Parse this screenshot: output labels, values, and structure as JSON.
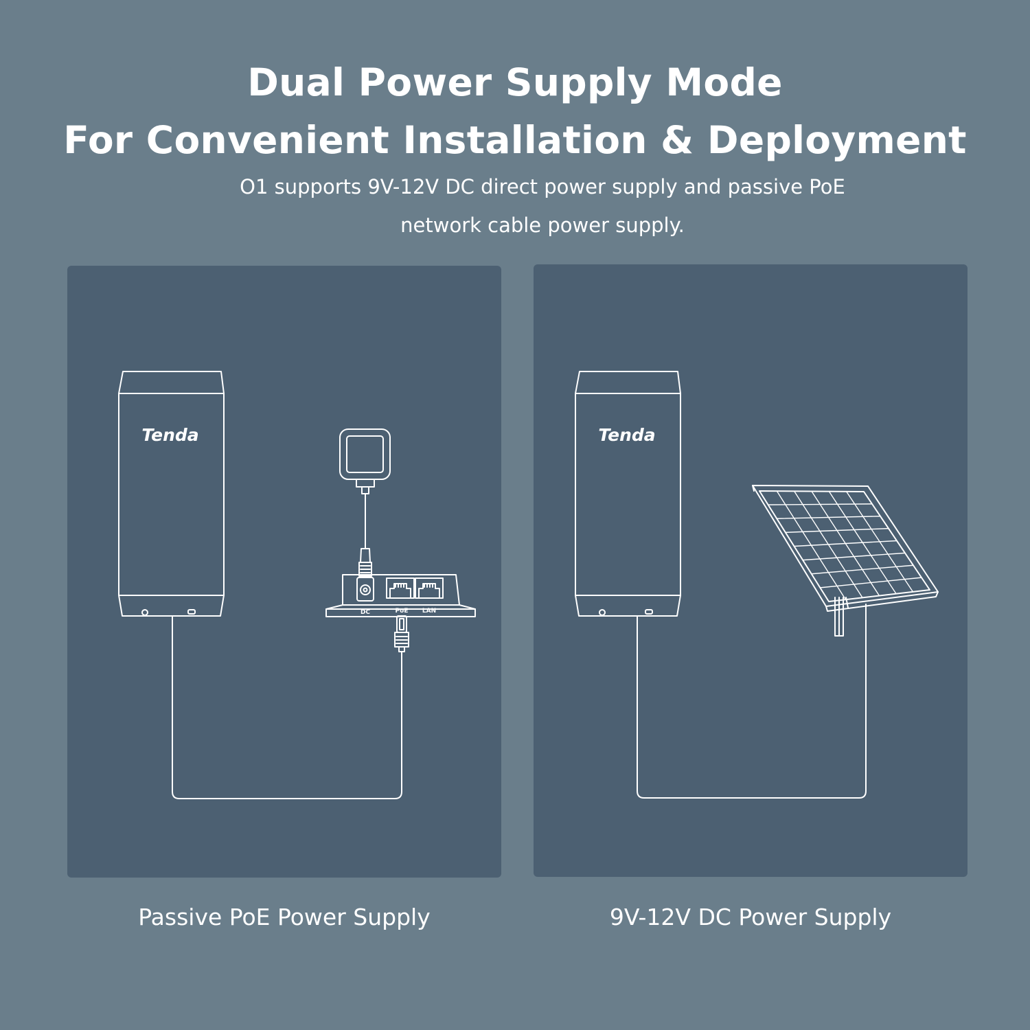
{
  "header": {
    "title_line1": "Dual Power Supply Mode",
    "title_line2": "For Convenient Installation & Deployment",
    "subtitle_line1": "O1 supports 9V-12V DC direct power supply and passive PoE",
    "subtitle_line2": "network cable power supply."
  },
  "panels": {
    "left": {
      "device_logo": "Tenda",
      "port_dc": "DC",
      "port_poe": "PoE",
      "port_lan": "LAN",
      "caption": "Passive PoE Power Supply"
    },
    "right": {
      "device_logo": "Tenda",
      "caption": "9V-12V DC Power Supply"
    }
  },
  "colors": {
    "background": "#6a7e8b",
    "panel": "#4c6072",
    "line": "#ffffff"
  }
}
